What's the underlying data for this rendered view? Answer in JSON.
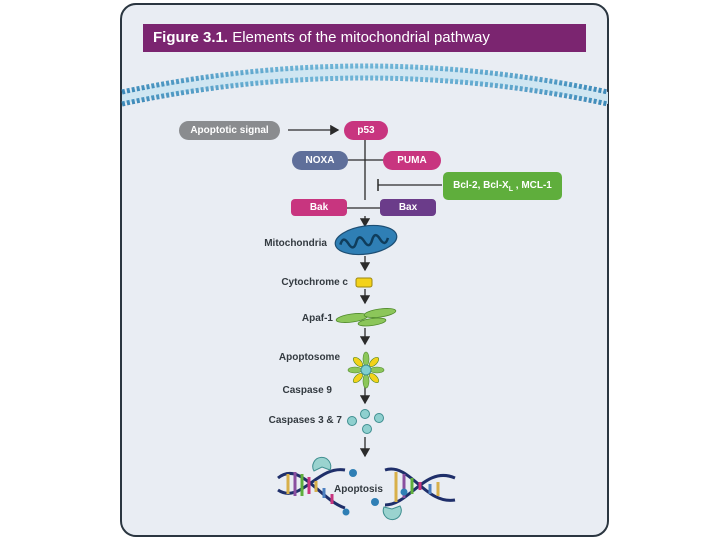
{
  "figure": {
    "title_bold": "Figure 3.1.",
    "title_rest": " Elements of the mitochondrial pathway"
  },
  "nodes": {
    "apoptotic_signal": "Apoptotic signal",
    "p53": "p53",
    "noxa": "NOXA",
    "puma": "PUMA",
    "bcl_main": "Bcl-2, Bcl-X",
    "bcl_sub": "L",
    "bcl_tail": " , MCL-1",
    "bak": "Bak",
    "bax": "Bax"
  },
  "steps": {
    "mitochondria": "Mitochondria",
    "cytochrome": "Cytochrome c",
    "apaf": "Apaf-1",
    "apoptosome": "Apoptosome",
    "caspase9": "Caspase 9",
    "caspases37": "Caspases 3 & 7",
    "apoptosis": "Apoptosis"
  },
  "colors": {
    "title_bg": "#7b2570",
    "signal": "#8a8c8f",
    "p53": "#c8357f",
    "noxa": "#5f6f9a",
    "puma": "#c8357f",
    "bcl": "#5fae3c",
    "bak": "#c8357f",
    "bax": "#6b3c8a"
  }
}
